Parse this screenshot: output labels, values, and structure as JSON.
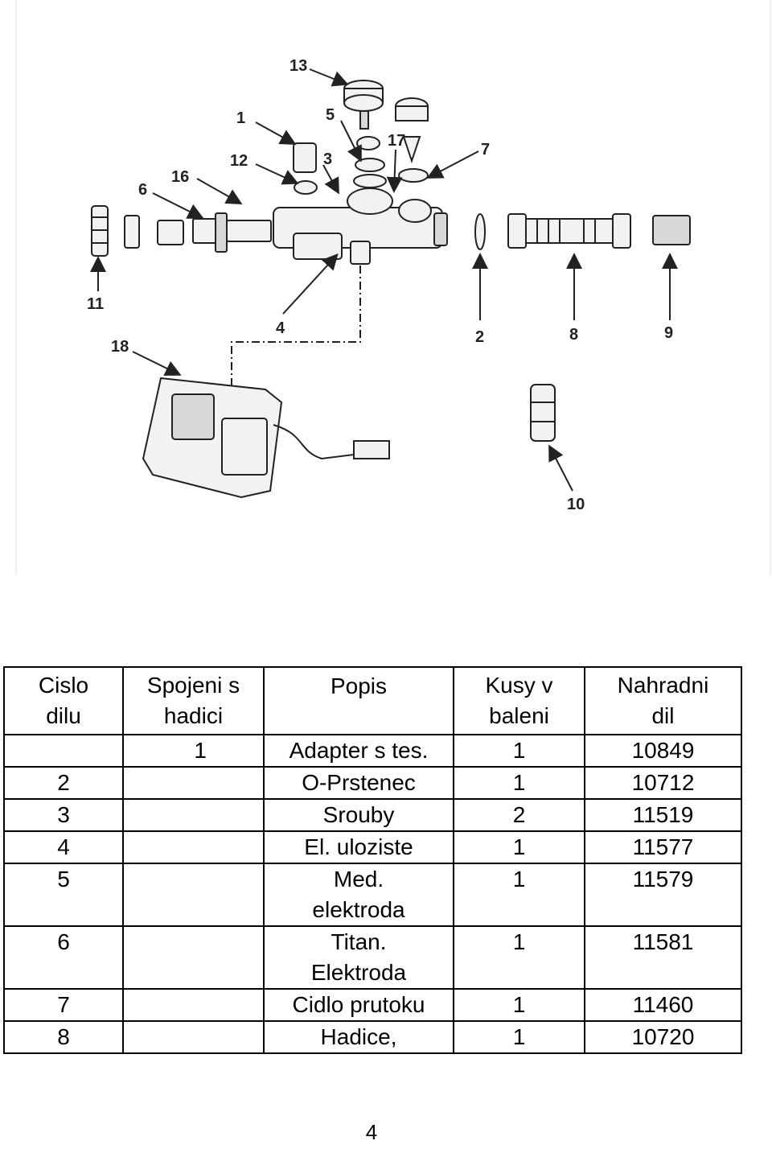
{
  "diagram": {
    "callouts": [
      "1",
      "2",
      "3",
      "4",
      "5",
      "6",
      "7",
      "8",
      "9",
      "10",
      "11",
      "12",
      "13",
      "16",
      "17",
      "18"
    ]
  },
  "table": {
    "headers": [
      [
        "Cislo",
        "dilu"
      ],
      [
        "Spojeni s",
        "hadici"
      ],
      [
        "Popis",
        ""
      ],
      [
        "Kusy v",
        "baleni"
      ],
      [
        "Nahradni",
        "dil"
      ]
    ],
    "rows": [
      {
        "cislo": "",
        "spojeni": "1",
        "popis": "Adapter s tes.",
        "kusy": "1",
        "dil": "10849"
      },
      {
        "cislo": "2",
        "spojeni": "",
        "popis": "O-Prstenec",
        "kusy": "1",
        "dil": "10712"
      },
      {
        "cislo": "3",
        "spojeni": "",
        "popis": "Srouby",
        "kusy": "2",
        "dil": "11519"
      },
      {
        "cislo": "4",
        "spojeni": "",
        "popis": "El. uloziste",
        "kusy": "1",
        "dil": "11577"
      },
      {
        "cislo": "5",
        "spojeni": "",
        "popis_1": "Med.",
        "popis_2": "elektroda",
        "kusy": "1",
        "dil": "11579"
      },
      {
        "cislo": "6",
        "spojeni": "",
        "popis_1": "Titan.",
        "popis_2": "Elektroda",
        "kusy": "1",
        "dil": "11581"
      },
      {
        "cislo": "7",
        "spojeni": "",
        "popis": "Cidlo prutoku",
        "kusy": "1",
        "dil": "11460"
      },
      {
        "cislo": "8",
        "spojeni": "",
        "popis": "Hadice,",
        "kusy": "1",
        "dil": "10720"
      }
    ]
  },
  "page_number": "4"
}
